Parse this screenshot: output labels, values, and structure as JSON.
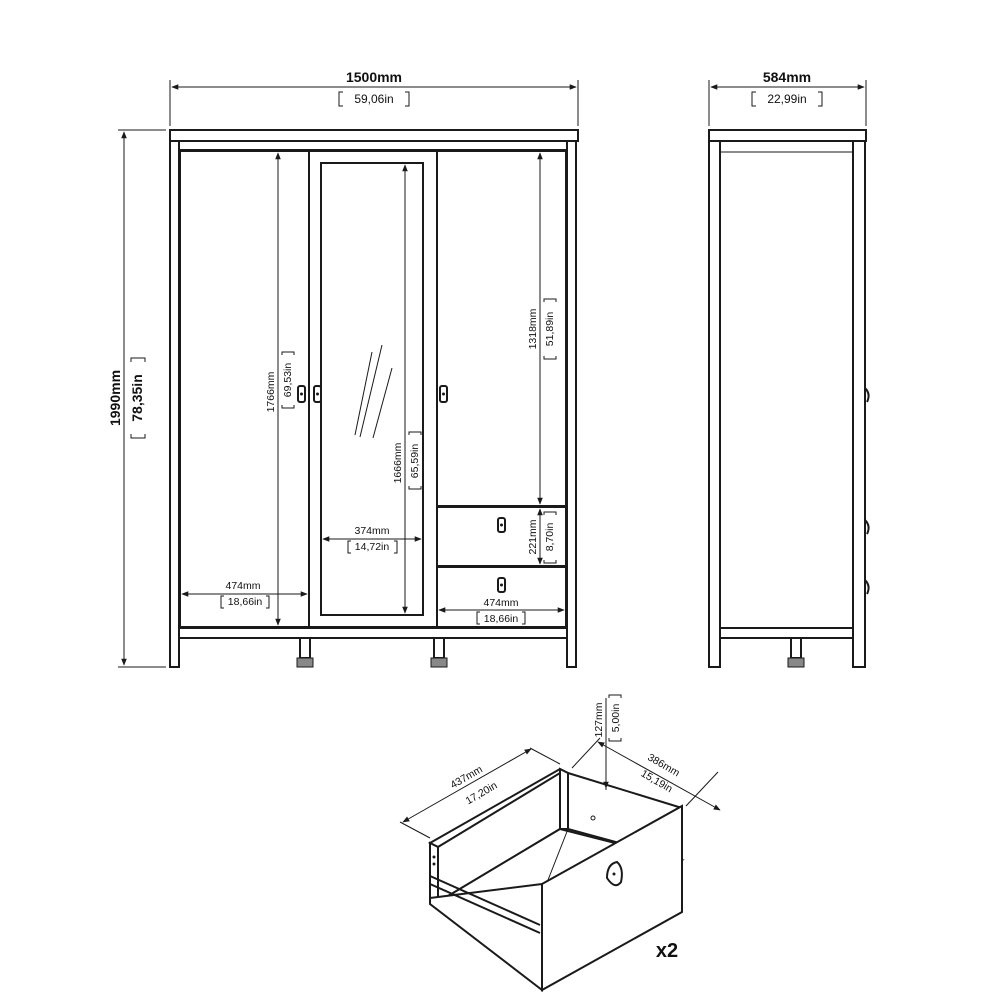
{
  "dimensions": {
    "front_width": {
      "mm": "1500mm",
      "in": "59,06in"
    },
    "side_depth": {
      "mm": "584mm",
      "in": "22,99in"
    },
    "total_height": {
      "mm": "1990mm",
      "in": "78,35in"
    },
    "left_door_height": {
      "mm": "1766mm",
      "in": "69,53in"
    },
    "left_door_width": {
      "mm": "474mm",
      "in": "18,66in"
    },
    "mirror_height": {
      "mm": "1666mm",
      "in": "65,59in"
    },
    "mirror_width": {
      "mm": "374mm",
      "in": "14,72in"
    },
    "right_door_height": {
      "mm": "1318mm",
      "in": "51,89in"
    },
    "drawer_front_height": {
      "mm": "221mm",
      "in": "8,70in"
    },
    "drawer_front_width": {
      "mm": "474mm",
      "in": "18,66in"
    },
    "drawer_width": {
      "mm": "437mm",
      "in": "17,20in"
    },
    "drawer_height": {
      "mm": "127mm",
      "in": "5,00in"
    },
    "drawer_depth": {
      "mm": "386mm",
      "in": "15,19in"
    }
  },
  "quantity": "x2"
}
